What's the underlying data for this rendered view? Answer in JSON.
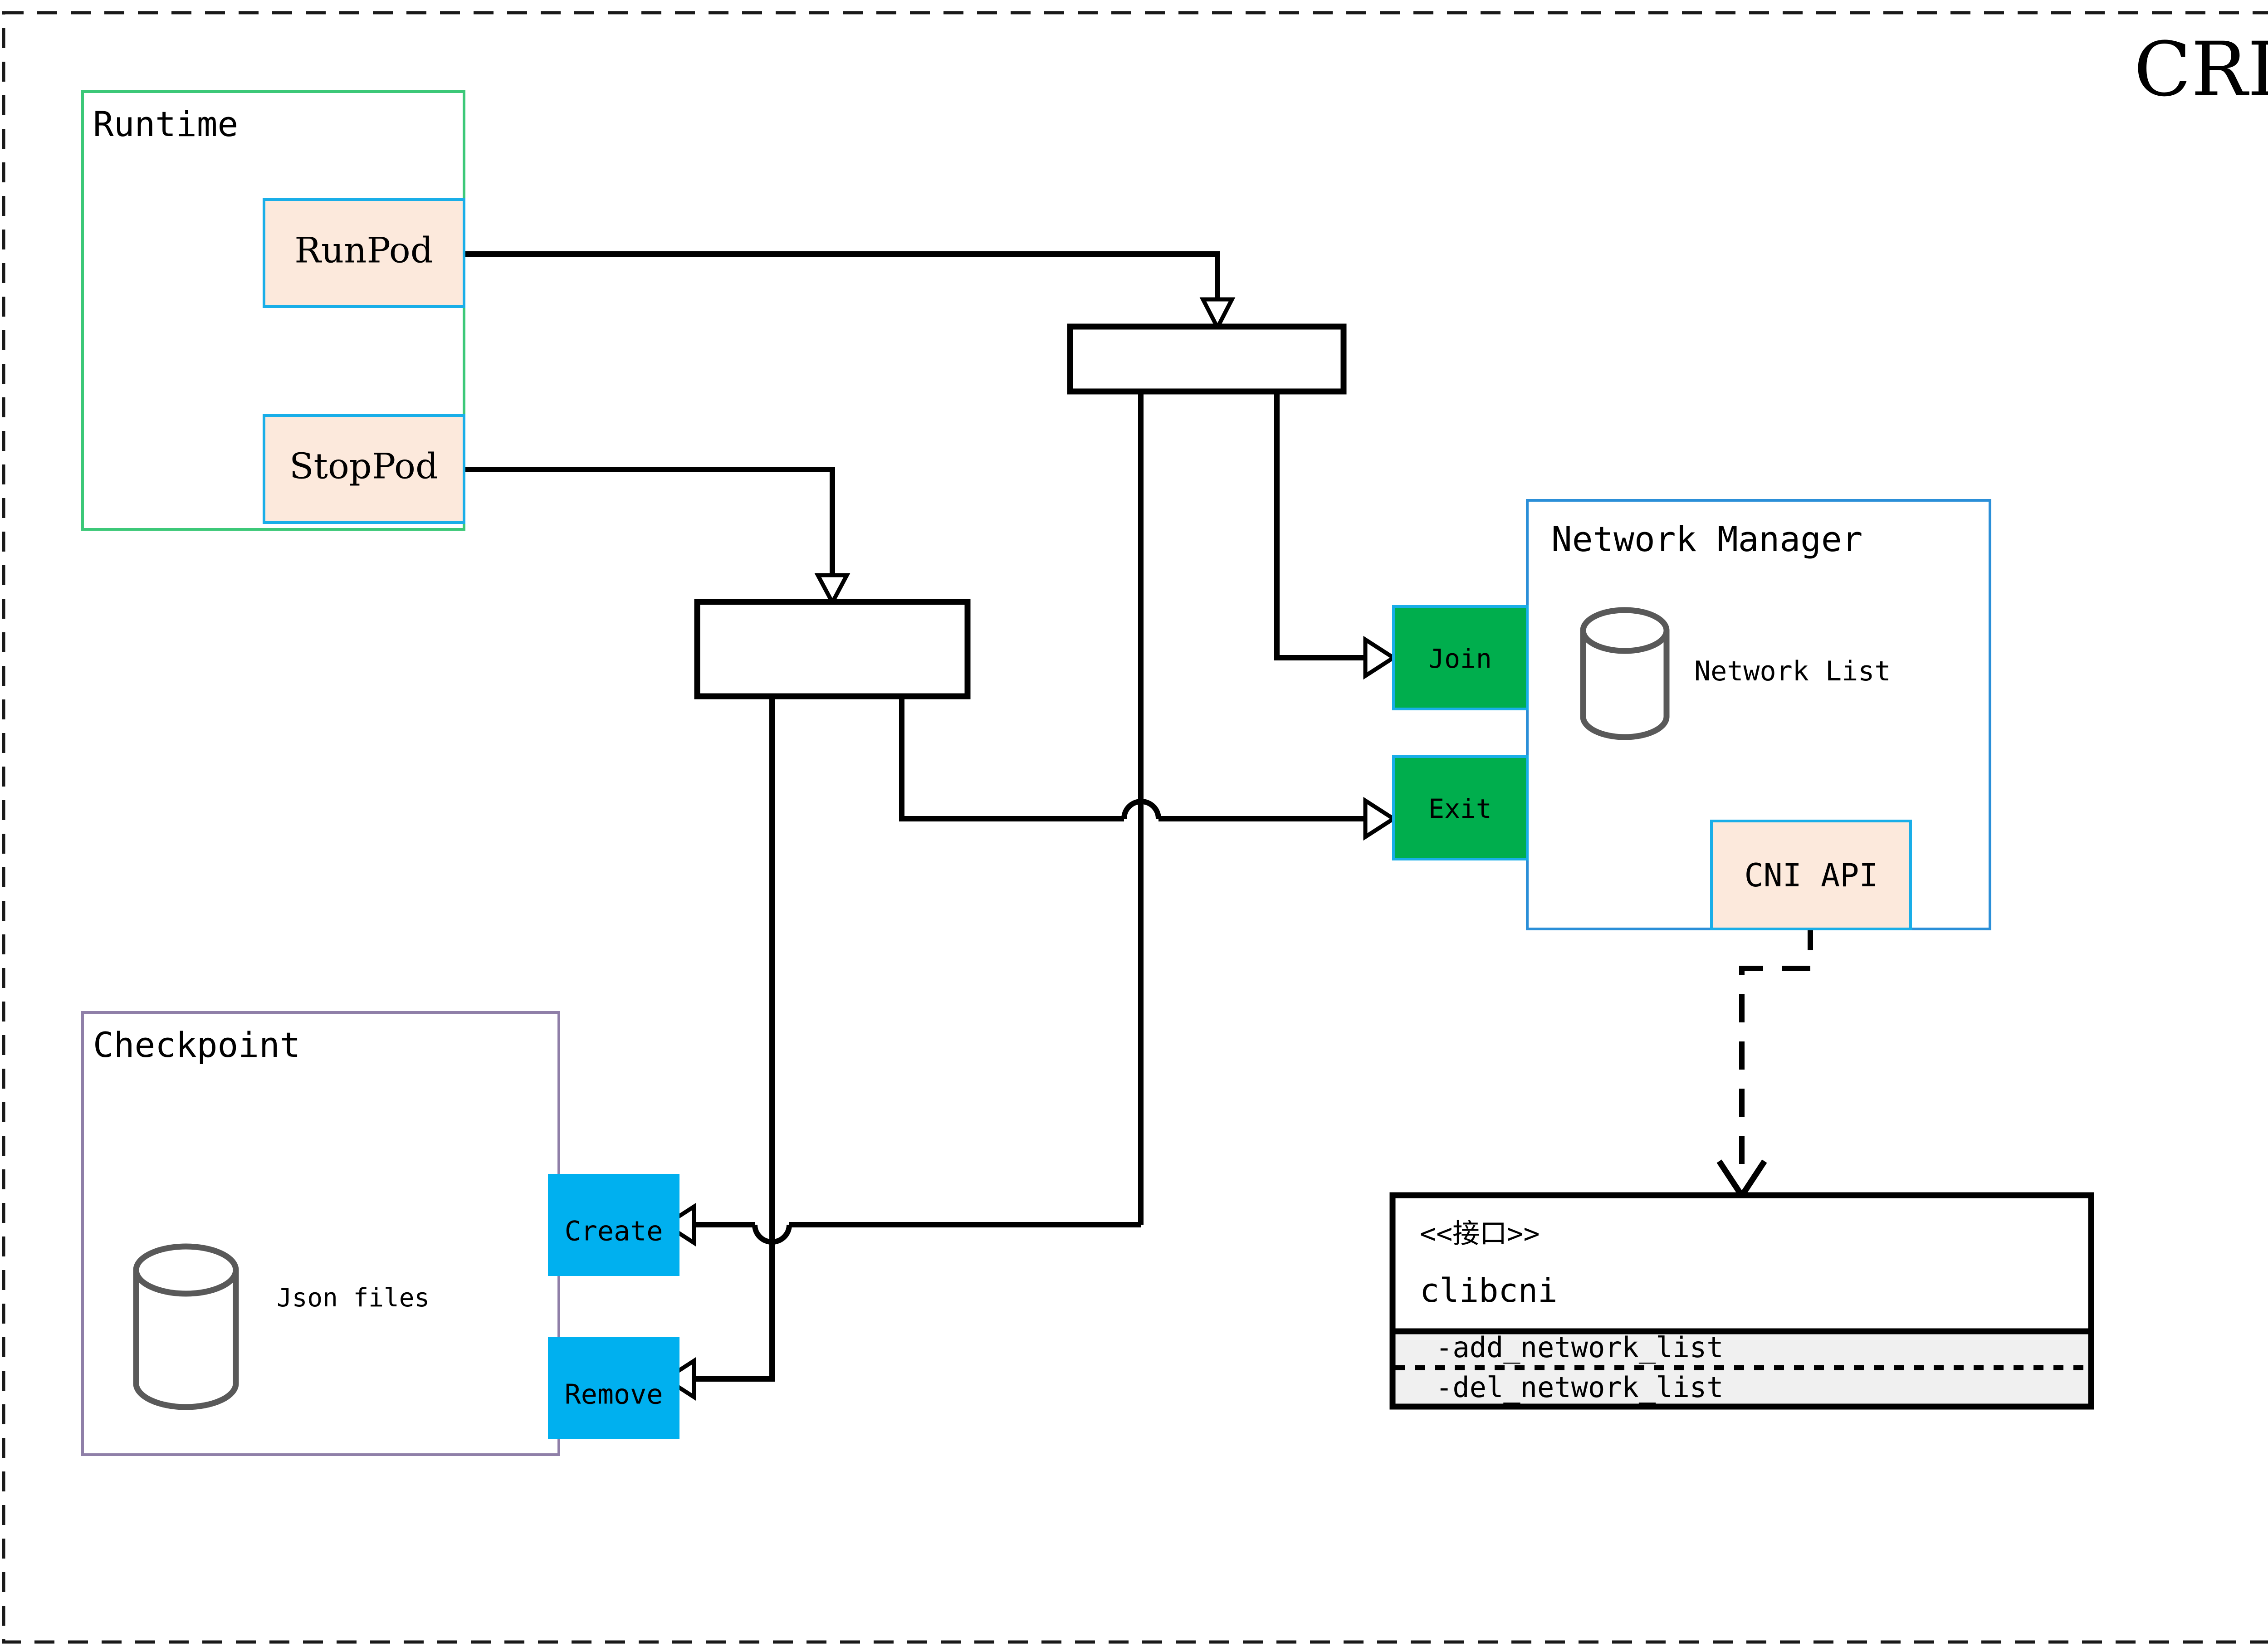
{
  "title": "CRI",
  "title_color": "#8a6d08",
  "frame": {
    "style": "dashed",
    "color": "#1a1a1a"
  },
  "groups": {
    "runtime": {
      "label": "Runtime",
      "border_color": "#3cc878"
    },
    "checkpoint": {
      "label": "Checkpoint",
      "border_color": "#8f7fa8"
    },
    "network_manager": {
      "label": "Network Manager",
      "border_color": "#2b8fd8"
    }
  },
  "runtime_ops": [
    {
      "label": "RunPod",
      "fill": "#fce9dc",
      "border": "#19aee8"
    },
    {
      "label": "StopPod",
      "fill": "#fce9dc",
      "border": "#19aee8"
    }
  ],
  "network_ops": [
    {
      "label": "Join",
      "fill": "#00ae4d",
      "border": "#19aee8"
    },
    {
      "label": "Exit",
      "fill": "#00ae4d",
      "border": "#19aee8"
    }
  ],
  "checkpoint_ops": [
    {
      "label": "Create",
      "fill": "#00b0ef"
    },
    {
      "label": "Remove",
      "fill": "#00b0ef"
    }
  ],
  "datastores": [
    {
      "label": "Json files",
      "owner": "checkpoint",
      "stroke": "#595959"
    },
    {
      "label": "Network List",
      "owner": "network_manager",
      "stroke": "#595959"
    }
  ],
  "cni_api": {
    "label": "CNI API",
    "fill": "#fce9dc",
    "border": "#19aee8"
  },
  "interface": {
    "stereotype": "<<接口>>",
    "name": "clibcni",
    "section_fill": "#f0f0f0",
    "methods": [
      "-add_network_list",
      "-del_network_list"
    ]
  },
  "junctions": [
    {
      "name": "fork-runpod"
    },
    {
      "name": "fork-stoppod"
    }
  ]
}
